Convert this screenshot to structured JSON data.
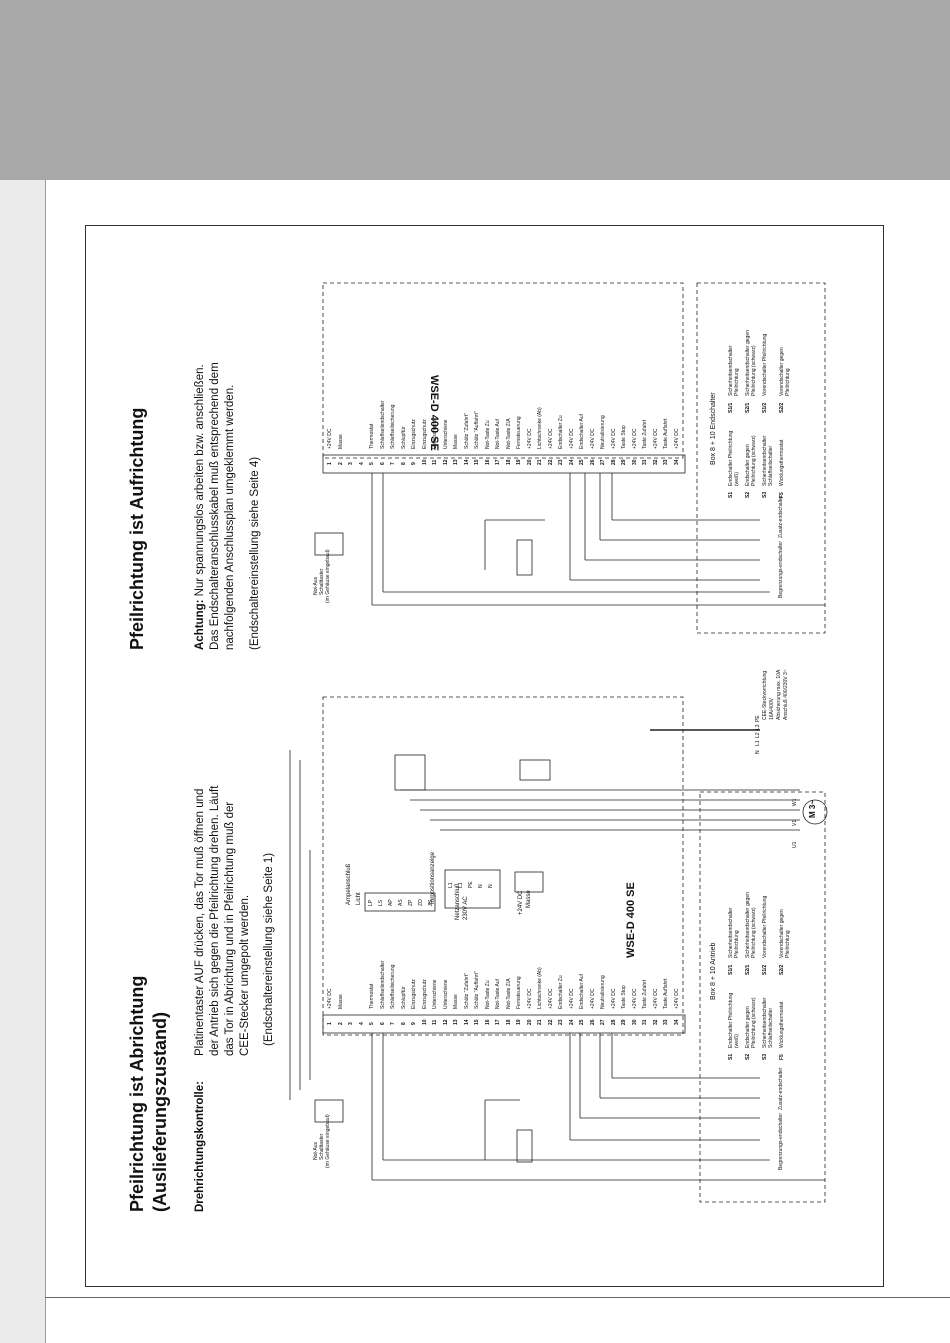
{
  "left_section": {
    "heading_line1": "Pfeilrichtung ist Abrichtung",
    "heading_line2": "(Auslieferungszustand)",
    "label": "Drehrichtungskontrolle:",
    "para_line1": "Platinentaster AUF drücken, das Tor muß öffnen und",
    "para_line2": "der Antrieb sich gegen die Pfeilrichtung drehen. Läuft",
    "para_line3": "das Tor in Abrichtung und in Pfeilrichtung muß der",
    "para_line4": "CEE-Stecker umgepolt werden.",
    "note": "(Endschaltereinstellung siehe Seite 1)"
  },
  "right_section": {
    "heading": "Pfeilrichtung ist Aufrichtung",
    "achtung_label": "Achtung:",
    "para_line1": " Nur spannungslos arbeiten bzw. anschließen.",
    "para_line2": "Das Endschalteranschlusskabel muß entsprechend dem",
    "para_line3": "nachfolgenden Anschlussplan umgeklemmt werden.",
    "note": "(Endschaltereinstellung siehe Seite 4)"
  },
  "diagram_left": {
    "controller_label": "WSE-D 400 SE",
    "box_title": "Box 8 + 10 Antrieb",
    "torposition": "Torpositionsanzeige",
    "ampel": "Ampelanschluß",
    "licht": "Licht",
    "netz": "Netzanschluß",
    "netz_v": "230V AC",
    "dc_label": "+24V DC",
    "masse": "Masse",
    "notaus_line1": "Not-Aus",
    "notaus_line2": "Schalttaster",
    "notaus_line3": "(im Gehäuse eingebaut)",
    "cee_line1": "CEE-Steckvorrichtung",
    "cee_line2": "16A/400V",
    "cee_line3": "Absicherung max. 10A",
    "cee_line4": "Anschluß 400/230V 3~",
    "begrenzung": "Begrenzungs-endschalter",
    "zusatz": "Zusatz-endschalter",
    "motor": "M 3~",
    "motor_terms": [
      "U1",
      "V1",
      "W1"
    ],
    "term_labels": [
      "LP",
      "LS",
      "AP",
      "AS",
      "ZP",
      "ZO",
      "ZS"
    ],
    "net_labels": [
      "L1",
      "L1",
      "PE",
      "N",
      "N"
    ],
    "plug_labels": [
      "N",
      "L1",
      "L2",
      "L3",
      "PE"
    ]
  },
  "diagram_right": {
    "controller_label": "WSE-D 400 SE",
    "box_title": "Box 8 + 10 Endschalter",
    "notaus_line1": "Not-Aus",
    "notaus_line2": "Schalttaster",
    "notaus_line3": "(im Gehäuse eingebaut)",
    "begrenzung": "Begrenzungs-endschalter",
    "zusatz": "Zusatz-endschalter"
  },
  "terminals": [
    {
      "n": "1",
      "t": "+24V DC"
    },
    {
      "n": "2",
      "t": "Masse"
    },
    {
      "n": "3",
      "t": ""
    },
    {
      "n": "4",
      "t": ""
    },
    {
      "n": "5",
      "t": "Thermostat"
    },
    {
      "n": "6",
      "t": "Schlaffseilendschalter"
    },
    {
      "n": "7",
      "t": "Schlaffseilsicherung"
    },
    {
      "n": "8",
      "t": "Schlupftür"
    },
    {
      "n": "9",
      "t": "Einzugschutz"
    },
    {
      "n": "10",
      "t": "Einzugschutz"
    },
    {
      "n": "11",
      "t": "Unterschiene"
    },
    {
      "n": "12",
      "t": "Unterschiene"
    },
    {
      "n": "13",
      "t": "Masse"
    },
    {
      "n": "14",
      "t": "Schütz \"Zufahrt\""
    },
    {
      "n": "15",
      "t": "Schütz \"Auffahrt\""
    },
    {
      "n": "16",
      "t": "Not-Taste Zu"
    },
    {
      "n": "17",
      "t": "Not-Taste Auf"
    },
    {
      "n": "18",
      "t": "Not-Taste Z/A"
    },
    {
      "n": "19",
      "t": "Fernsteuerung"
    },
    {
      "n": "20",
      "t": "+24V DC"
    },
    {
      "n": "21",
      "t": "Lichtschranke (Ab)"
    },
    {
      "n": "22",
      "t": "+24V DC"
    },
    {
      "n": "23",
      "t": "Endschalter Zu"
    },
    {
      "n": "24",
      "t": "+24V DC"
    },
    {
      "n": "25",
      "t": "Endschalter Auf"
    },
    {
      "n": "26",
      "t": "+24V DC"
    },
    {
      "n": "27",
      "t": "Neutralisierung"
    },
    {
      "n": "28",
      "t": "+24V DC"
    },
    {
      "n": "29",
      "t": "Taste Stop"
    },
    {
      "n": "30",
      "t": "+24V DC"
    },
    {
      "n": "31",
      "t": "Taste Zufahrt"
    },
    {
      "n": "32",
      "t": "+24V DC"
    },
    {
      "n": "33",
      "t": "Taste Auffahrt"
    },
    {
      "n": "34",
      "t": "+24V DC"
    }
  ],
  "legend": [
    {
      "code": "S1",
      "text": "Endschalter Pfeilrichtung (weiß)",
      "code2": "S1/1",
      "text2": "Sicherheitsendschalter Pfeilrichtung"
    },
    {
      "code": "S2",
      "text": "Endschalter gegen Pfeilrichtung (schwarz)",
      "code2": "S2/1",
      "text2": "Sicherheitsendschalter gegen Pfeilrichtung (schwarz)"
    },
    {
      "code": "S3",
      "text": "Sicherheitsendschalter Schlaffseilschalter",
      "code2": "S1/2",
      "text2": "Vorendschalter Pfeilrichtung"
    },
    {
      "code": "F5",
      "text": "Wicklungsthermostat",
      "code2": "S2/2",
      "text2": "Vorendschalter gegen Pfeilrichtung"
    }
  ]
}
